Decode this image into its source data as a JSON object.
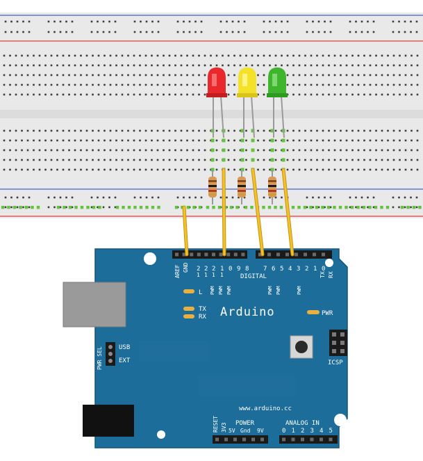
{
  "breadboard": {
    "rail_color_red": "#d8423c",
    "rail_color_blue": "#4a5fc8",
    "board_color": "#e9e9e9",
    "hole_color": "#3c3c3c",
    "active_hole_color": "#63c23f"
  },
  "leds": [
    {
      "name": "red-led",
      "color": "#e8282b",
      "highlight": "#ff7f7f"
    },
    {
      "name": "yellow-led",
      "color": "#f3e12a",
      "highlight": "#fff79a"
    },
    {
      "name": "green-led",
      "color": "#3fb42d",
      "highlight": "#9be58d"
    }
  ],
  "wire_color": "#f3c12a",
  "arduino": {
    "board_color": "#1d6d9a",
    "brand": "Arduino",
    "website": "www.arduino.cc",
    "digital_label": "DIGITAL",
    "power_label": "POWER",
    "analog_label": "ANALOG IN",
    "aref_label": "AREF",
    "gnd_label": "GND",
    "digital_numbers_top": [
      "2",
      "2",
      "2",
      "1",
      "0",
      "9",
      "8",
      "7",
      "6",
      "5",
      "4",
      "3",
      "2",
      "1",
      "0"
    ],
    "digital_numbers_prefix": [
      "1",
      "1",
      "1",
      "1"
    ],
    "pwm_label": "PWM",
    "tx_label": "TX",
    "rx_label": "RX",
    "l_label": "L",
    "pwr_label": "PWR",
    "usb_label": "USB",
    "ext_label": "EXT",
    "pwr_sel_label": "PWR SEL",
    "icsp_label": "ICSP",
    "reset_label": "RESET",
    "v33_label": "3V3",
    "v5_label": "5V",
    "gnd2_label": "Gnd",
    "v9_label": "9V",
    "analog_numbers": [
      "0",
      "1",
      "2",
      "3",
      "4",
      "5"
    ]
  }
}
